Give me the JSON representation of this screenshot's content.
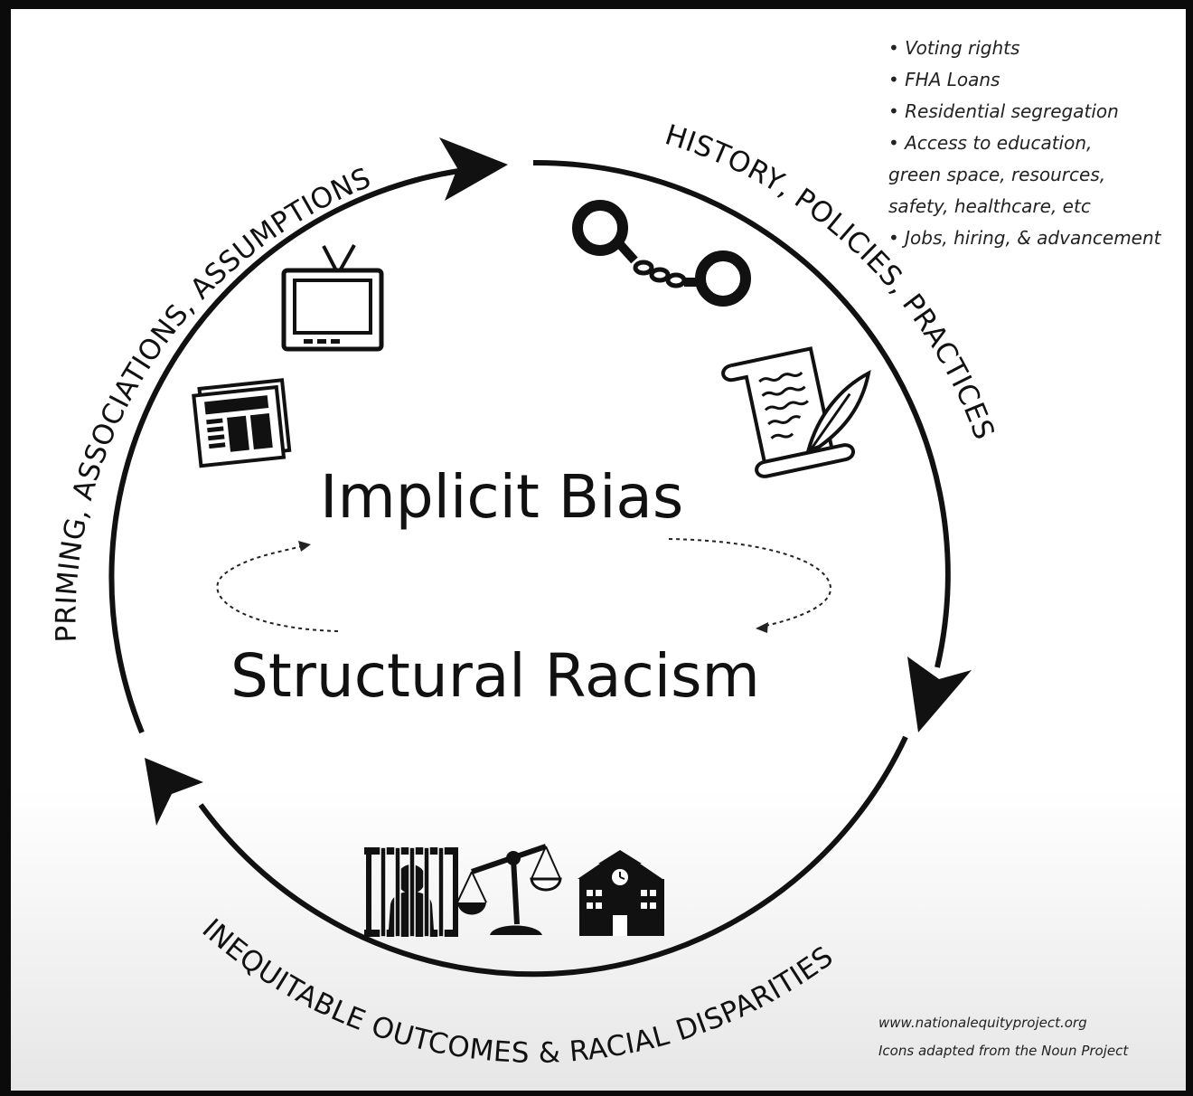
{
  "center": {
    "top_title": "Implicit Bias",
    "bottom_title": "Structural Racism"
  },
  "arcs": {
    "left": "PRIMING, ASSOCIATIONS, ASSUMPTIONS",
    "right": "HISTORY, POLICIES, PRACTICES",
    "bottom": "INEQUITABLE OUTCOMES & RACIAL DISPARITIES"
  },
  "bullets": [
    "• Voting rights",
    "• FHA Loans",
    "• Residential segregation",
    "• Access to education,",
    "green space, resources,",
    "safety, healthcare, etc",
    "• Jobs, hiring, & advancement"
  ],
  "credits": {
    "url": "www.nationalequityproject.org",
    "icons_note": "Icons adapted from the Noun Project"
  },
  "icons": [
    "tv-icon",
    "newspaper-icon",
    "handcuffs-icon",
    "scroll-quill-icon",
    "prison-bars-icon",
    "scales-of-justice-icon",
    "school-building-icon"
  ],
  "colors": {
    "ink": "#111111",
    "frame": "#0b0b0b",
    "background": "#ffffff"
  }
}
